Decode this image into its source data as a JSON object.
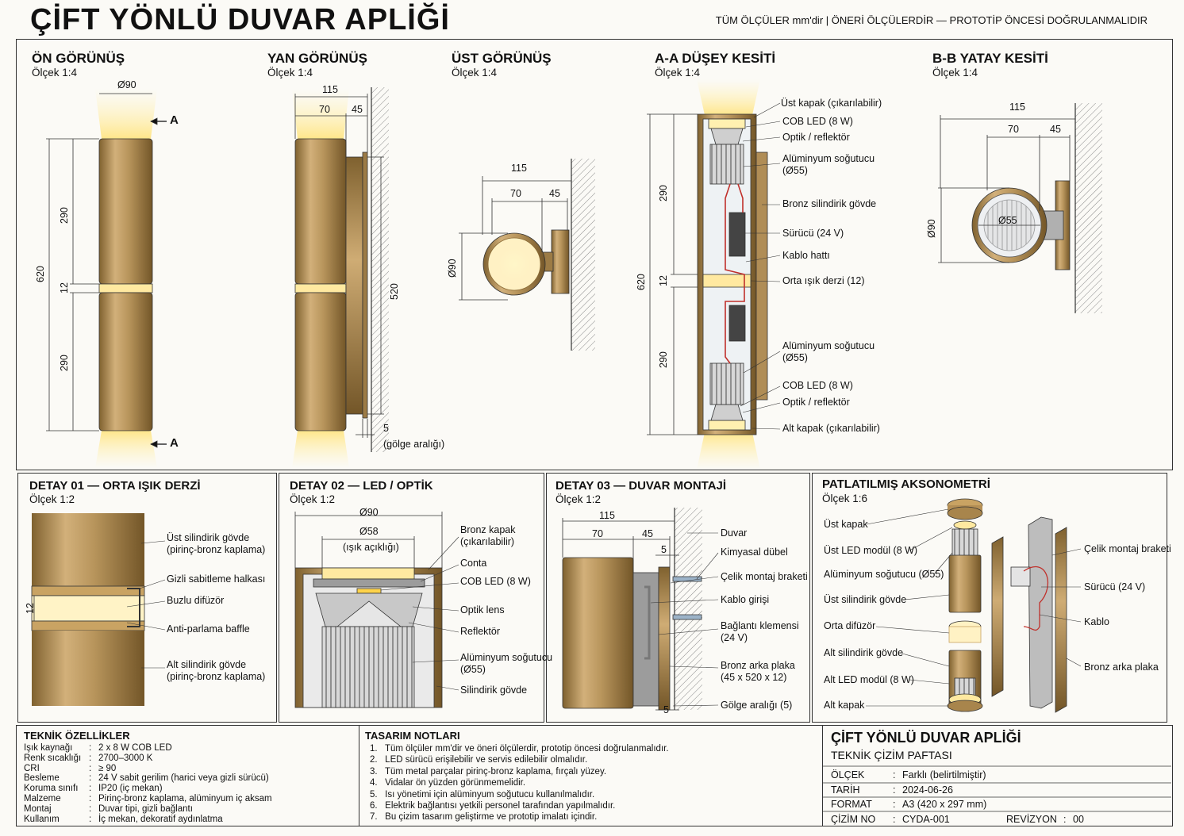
{
  "title": "ÇİFT YÖNLÜ DUVAR APLİĞİ",
  "top_note": "TÜM ÖLÇÜLER mm'dir  |  ÖNERİ ÖLÇÜLERDİR — PROTOTİP ÖNCESİ DOĞRULANMALIDIR",
  "views": {
    "front": {
      "title": "ÖN GÖRÜNÜŞ",
      "scale": "Ölçek 1:4",
      "dia": "Ø90",
      "total": "620",
      "seg": "290",
      "gap": "12",
      "section_mark": "A"
    },
    "side": {
      "title": "YAN GÖRÜNÜŞ",
      "scale": "Ölçek 1:4",
      "total_depth": "115",
      "body": "70",
      "bracket": "45",
      "plate_h": "520",
      "shadow_gap": "5",
      "shadow_label": "(gölge aralığı)"
    },
    "top": {
      "title": "ÜST GÖRÜNÜŞ",
      "scale": "Ölçek 1:4",
      "total_depth": "115",
      "body": "70",
      "bracket": "45",
      "dia": "Ø90"
    },
    "section_aa": {
      "title": "A-A DÜŞEY KESİTİ",
      "scale": "Ölçek 1:4",
      "total": "620",
      "seg": "290",
      "gap": "12",
      "labels": [
        "Üst kapak (çıkarılabilir)",
        "COB LED (8 W)",
        "Optik / reflektör",
        "Alüminyum soğutucu\n(Ø55)",
        "Bronz silindirik gövde",
        "Sürücü (24 V)",
        "Kablo hattı",
        "Orta ışık derzi (12)",
        "Alüminyum soğutucu\n(Ø55)",
        "COB LED (8 W)",
        "Optik / reflektör",
        "Alt kapak (çıkarılabilir)"
      ]
    },
    "section_bb": {
      "title": "B-B YATAY KESİTİ",
      "scale": "Ölçek 1:4",
      "total_depth": "115",
      "body": "70",
      "bracket": "45",
      "dia": "Ø90",
      "inner": "Ø55"
    }
  },
  "details": {
    "d1": {
      "title": "DETAY 01 — ORTA IŞIK DERZİ",
      "scale": "Ölçek 1:2",
      "gap": "12",
      "labels": [
        "Üst silindirik gövde\n(pirinç-bronz kaplama)",
        "Gizli sabitleme halkası",
        "Buzlu difüzör",
        "Anti-parlama baffle",
        "Alt silindirik gövde\n(pirinç-bronz kaplama)"
      ]
    },
    "d2": {
      "title": "DETAY 02 — LED / OPTİK",
      "scale": "Ölçek 1:2",
      "dia": "Ø90",
      "aperture": "Ø58",
      "aperture_note": "(ışık açıklığı)",
      "labels": [
        "Bronz kapak\n(çıkarılabilir)",
        "Conta",
        "COB LED (8 W)",
        "Optik lens",
        "Reflektör",
        "Alüminyum soğutucu\n(Ø55)",
        "Silindirik gövde"
      ]
    },
    "d3": {
      "title": "DETAY 03 — DUVAR MONTAJİ",
      "scale": "Ölçek 1:2",
      "total": "115",
      "body": "70",
      "bracket": "45",
      "gap_top": "5",
      "gap_bottom": "5",
      "labels": [
        "Duvar",
        "Kimyasal dübel",
        "Çelik montaj braketi",
        "Kablo girişi",
        "Bağlantı klemensi\n(24 V)",
        "Bronz arka plaka\n(45 x 520 x 12)",
        "Gölge aralığı (5)"
      ]
    },
    "explode": {
      "title": "PATLATILMIŞ AKSONOMETRİ",
      "scale": "Ölçek 1:6",
      "left_labels": [
        "Üst kapak",
        "Üst LED modül (8 W)",
        "Alüminyum soğutucu (Ø55)",
        "Üst silindirik gövde",
        "Orta difüzör",
        "Alt silindirik gövde",
        "Alt LED modül (8 W)",
        "Alt kapak"
      ],
      "right_labels": [
        "Çelik montaj braketi",
        "Sürücü (24 V)",
        "Kablo",
        "Bronz arka plaka"
      ]
    }
  },
  "specs": {
    "title": "TEKNİK ÖZELLİKLER",
    "rows": [
      {
        "k": "Işık kaynağı",
        "v": "2 x 8 W COB LED"
      },
      {
        "k": "Renk sıcaklığı",
        "v": "2700–3000 K"
      },
      {
        "k": "CRI",
        "v": "≥ 90"
      },
      {
        "k": "Besleme",
        "v": "24 V sabit gerilim (harici veya gizli sürücü)"
      },
      {
        "k": "Koruma sınıfı",
        "v": "IP20 (iç mekan)"
      },
      {
        "k": "Malzeme",
        "v": "Pirinç-bronz kaplama, alüminyum iç aksam"
      },
      {
        "k": "Montaj",
        "v": "Duvar tipi, gizli bağlantı"
      },
      {
        "k": "Kullanım",
        "v": "İç mekan, dekoratif aydınlatma"
      }
    ]
  },
  "notes": {
    "title": "TASARIM NOTLARI",
    "items": [
      "1.   Tüm ölçüler mm'dir ve öneri ölçülerdir, prototip öncesi doğrulanmalıdır.",
      "2.   LED sürücü erişilebilir ve servis edilebilir olmalıdır.",
      "3.   Tüm metal parçalar pirinç-bronz kaplama, fırçalı yüzey.",
      "4.   Vidalar ön yüzden görünmemelidir.",
      "5.   Isı yönetimi için alüminyum soğutucu kullanılmalıdır.",
      "6.   Elektrik bağlantısı yetkili personel tarafından yapılmalıdır.",
      "7.   Bu çizim tasarım geliştirme ve prototip imalatı içindir."
    ]
  },
  "titleblock": {
    "title": "ÇİFT YÖNLÜ DUVAR APLİĞİ",
    "subtitle": "TEKNİK ÇİZİM PAFTASI",
    "rows": [
      {
        "k": "ÖLÇEK",
        "v": "Farklı (belirtilmiştir)"
      },
      {
        "k": "TARİH",
        "v": "2024-06-26"
      },
      {
        "k": "FORMAT",
        "v": "A3 (420 x 297 mm)"
      },
      {
        "k": "ÇİZİM NO",
        "v": "CYDA-001"
      }
    ],
    "rev_k": "REVİZYON",
    "rev_v": "00"
  },
  "colors": {
    "bronze": "#b48f55",
    "bronze_dark": "#8a6a35",
    "light": "#ffe9a0",
    "wall_hatch": "#999999"
  }
}
